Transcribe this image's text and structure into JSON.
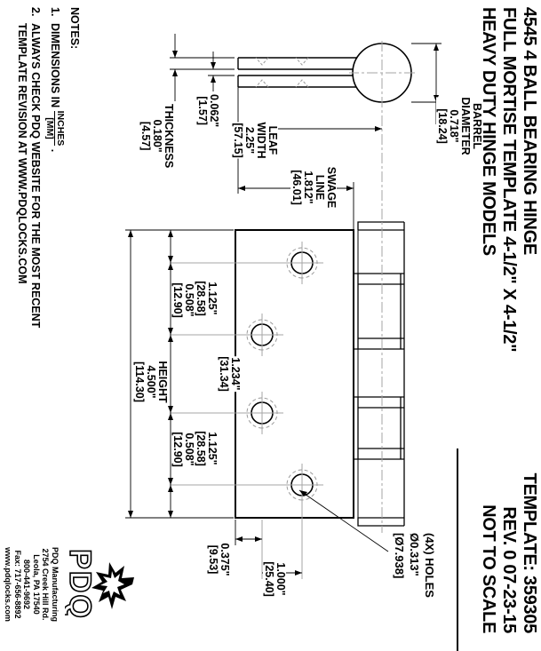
{
  "title": {
    "line1": "4545  4 BALL BEARING HINGE",
    "line2": "FULL MORTISE TEMPLATE  4-1/2\" X 4-1/2\"",
    "line3": "HEAVY DUTY HINGE MODELS"
  },
  "title_block": {
    "template": "TEMPLATE: 359305",
    "rev": "REV. 0   07-23-15",
    "scale": "NOT TO SCALE"
  },
  "notes": {
    "heading": "NOTES:",
    "n1_num": "1.",
    "n1_text": "DIMENSIONS IN ",
    "n1_top": "INCHES",
    "n1_bottom": "[MM]",
    "n1_period": " .",
    "n2_num": "2.",
    "n2_line1": "ALWAYS CHECK PDQ WEBSITE FOR THE MOST RECENT",
    "n2_line2": "TEMPLATE REVISION AT WWW.PDQLOCKS.COM"
  },
  "dims": {
    "barrel_diameter": {
      "l1": "BARREL",
      "l2": "DIAMETER",
      "value": "0.718\"",
      "mm": "[18.24]"
    },
    "thickness": {
      "l1": "THICKNESS",
      "value": "0.180\"",
      "mm": "[4.57]"
    },
    "knuckle_gap": {
      "value": "0.062\"",
      "mm": "[1.57]"
    },
    "leaf_width": {
      "l1": "LEAF",
      "l2": "WIDTH",
      "value": "2.25\"",
      "mm": "[57.15]"
    },
    "swage_line": {
      "l1": "SWAGE",
      "l2": "LINE",
      "value": "1.812\"",
      "mm": "[46.01]"
    },
    "height": {
      "l1": "HEIGHT",
      "value": "4.500\"",
      "mm": "[114.30]"
    },
    "hole_chain": [
      {
        "value": "0.508\"",
        "mm": "[12.90]"
      },
      {
        "value": "1.125\"",
        "mm": "[28.58]"
      },
      {
        "value": "1.234\"",
        "mm": "[31.34]"
      },
      {
        "value": "1.125\"",
        "mm": "[28.58]"
      },
      {
        "value": "0.508\"",
        "mm": "[12.90]"
      }
    ],
    "edge_to_hole": {
      "value": "0.375\"",
      "mm": "[9.53]"
    },
    "hole_to_hole": {
      "value": "1.000\"",
      "mm": "[25.40]"
    },
    "holes_callout": {
      "l1": "(4X) HOLES",
      "value": "Ø0.313\"",
      "mm": "[Ø7.938]"
    }
  },
  "manufacturer": {
    "logo_text": "PDQ",
    "address": [
      "PDQ Manufacturing",
      "2754 Creek Hill Rd.",
      "Leola, PA 17540",
      "800-441-9692",
      "Fax: 717-656-8892",
      "www.pdqlocks.com"
    ]
  },
  "colors": {
    "line": "#000000",
    "centerline": "#a5a5a5",
    "background": "#ffffff"
  }
}
